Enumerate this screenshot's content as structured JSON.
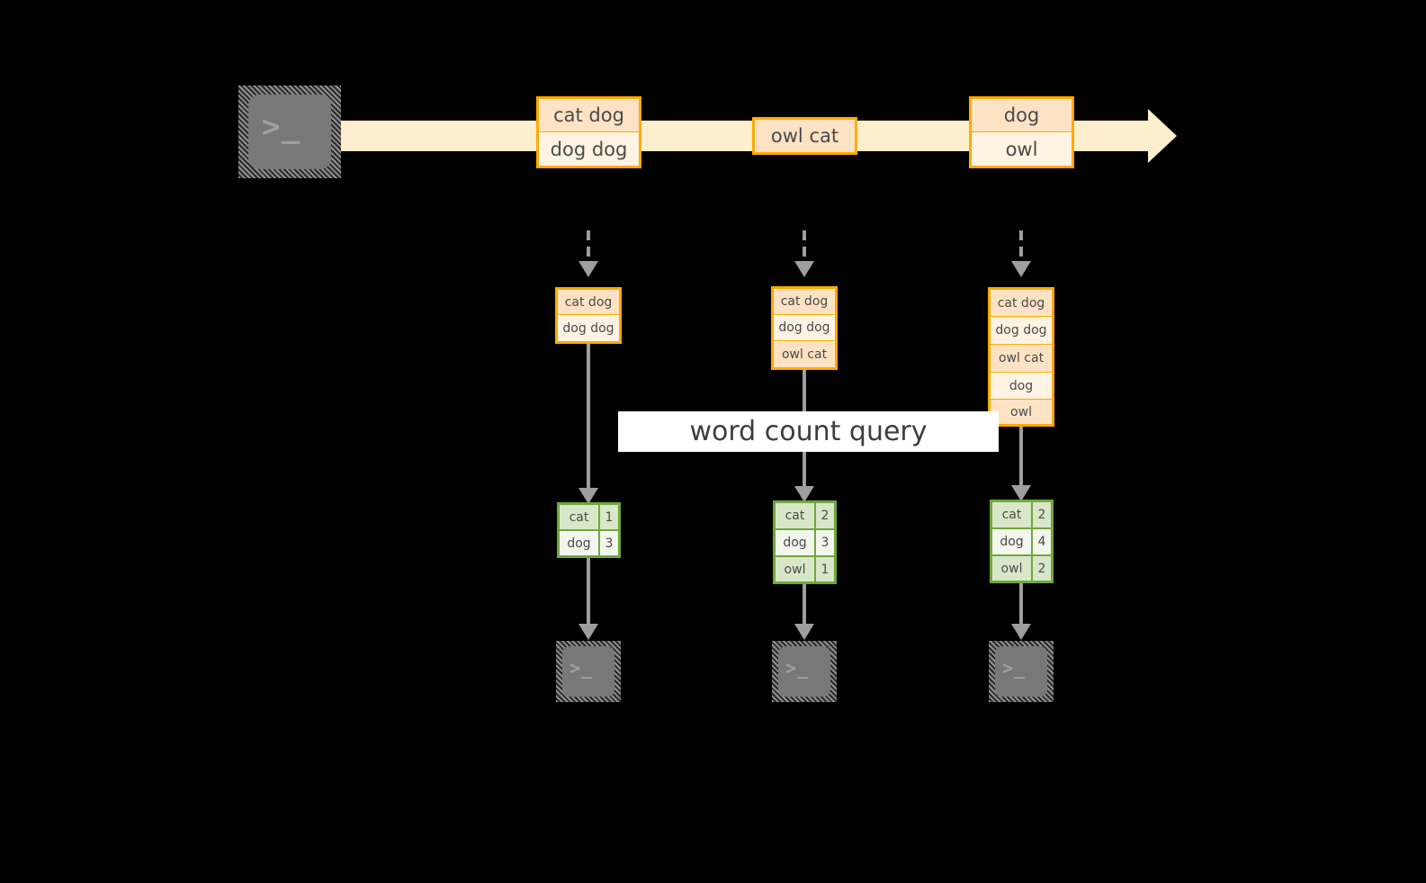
{
  "diagram": {
    "title_label": "word count query",
    "colors": {
      "background": "#000000",
      "stream_arrow": "#FDEFCE",
      "record_border": "#FFAB00",
      "record_fill_light": "#FFF4E3",
      "record_fill_dark": "#FDE3C4",
      "result_border": "#6FA83B",
      "result_fill_light": "#F2F6EC",
      "result_fill_dark": "#D9E7C9",
      "connector": "#9E9E9E",
      "terminal_fill": "#787878",
      "label_fill": "#FFFFFF",
      "text": "#4a4a4a"
    }
  },
  "producer": {
    "icon": "terminal-icon",
    "glyph": ">_"
  },
  "stream": {
    "icon": "stream-arrow-icon",
    "events": [
      {
        "id": "event-1",
        "name": "stream-record-1",
        "lines": [
          "cat dog",
          "dog dog"
        ]
      },
      {
        "id": "event-2",
        "name": "stream-record-2",
        "lines": [
          "owl cat"
        ]
      },
      {
        "id": "event-3",
        "name": "stream-record-3",
        "lines": [
          "dog",
          "owl"
        ]
      }
    ]
  },
  "snapshots": [
    {
      "id": "snapshot-1",
      "name": "accumulated-records-1",
      "lines": [
        "cat dog",
        "dog dog"
      ],
      "result": {
        "name": "word-count-result-1",
        "rows": [
          {
            "word": "cat",
            "count": "1"
          },
          {
            "word": "dog",
            "count": "3"
          }
        ]
      },
      "consumer": {
        "icon": "terminal-icon",
        "glyph": ">_"
      }
    },
    {
      "id": "snapshot-2",
      "name": "accumulated-records-2",
      "lines": [
        "cat dog",
        "dog dog",
        "owl cat"
      ],
      "result": {
        "name": "word-count-result-2",
        "rows": [
          {
            "word": "cat",
            "count": "2"
          },
          {
            "word": "dog",
            "count": "3"
          },
          {
            "word": "owl",
            "count": "1"
          }
        ]
      },
      "consumer": {
        "icon": "terminal-icon",
        "glyph": ">_"
      }
    },
    {
      "id": "snapshot-3",
      "name": "accumulated-records-3",
      "lines": [
        "cat dog",
        "dog dog",
        "owl cat",
        "dog",
        "owl"
      ],
      "result": {
        "name": "word-count-result-3",
        "rows": [
          {
            "word": "cat",
            "count": "2"
          },
          {
            "word": "dog",
            "count": "4"
          },
          {
            "word": "owl",
            "count": "2"
          }
        ]
      },
      "consumer": {
        "icon": "terminal-icon",
        "glyph": ">_"
      }
    }
  ]
}
